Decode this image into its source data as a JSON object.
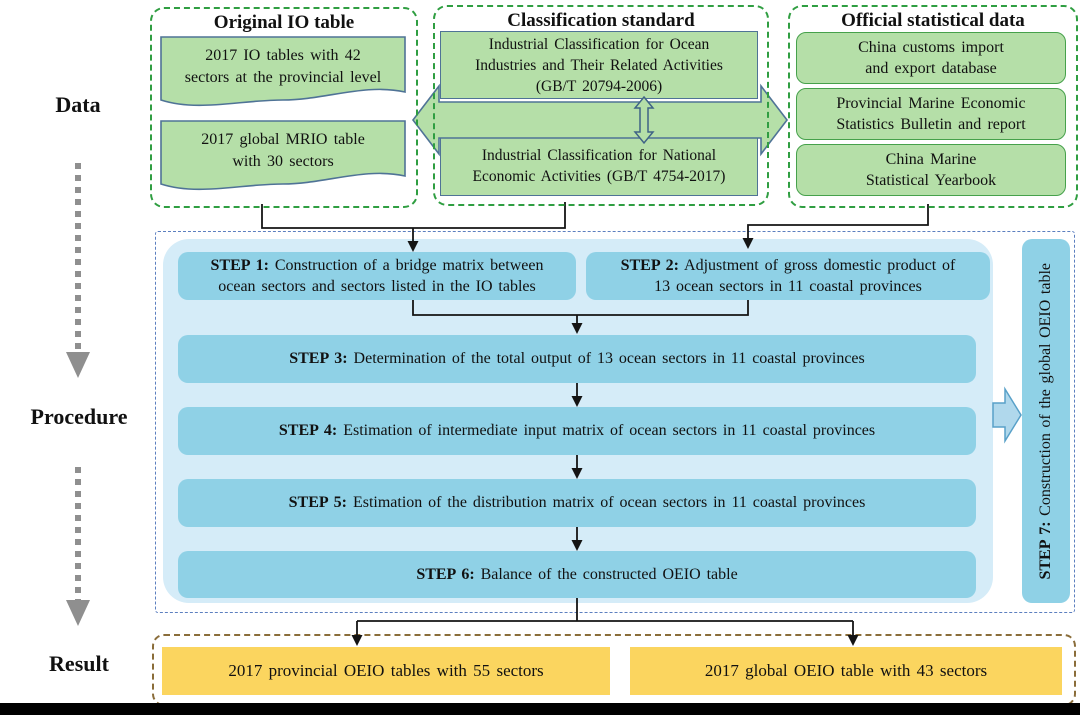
{
  "side_labels": {
    "data": "Data",
    "procedure": "Procedure",
    "result": "Result"
  },
  "data_section": {
    "original_io": {
      "title": "Original IO table",
      "items": [
        {
          "line1": "2017 IO tables with 42",
          "line2": "sectors at the provincial level"
        },
        {
          "line1": "2017 global MRIO table",
          "line2": "with 30 sectors"
        }
      ]
    },
    "classification": {
      "title": "Classification standard",
      "items": [
        {
          "line1": "Industrial Classification for Ocean",
          "line2": "Industries and Their Related Activities",
          "line3": "(GB/T 20794-2006)"
        },
        {
          "line1": "Industrial Classification for National",
          "line2": "Economic Activities (GB/T 4754-2017)"
        }
      ]
    },
    "official": {
      "title": "Official statistical data",
      "items": [
        {
          "line1": "China customs import",
          "line2": "and export database"
        },
        {
          "line1": "Provincial Marine Economic",
          "line2": "Statistics Bulletin and report"
        },
        {
          "line1": "China Marine",
          "line2": "Statistical Yearbook"
        }
      ]
    }
  },
  "procedure_section": {
    "steps": [
      {
        "label": "STEP 1:",
        "line1": "Construction of a bridge matrix between",
        "line2": "ocean sectors and sectors listed in the IO tables"
      },
      {
        "label": "STEP 2:",
        "line1": "Adjustment of gross domestic product of",
        "line2": "13 ocean sectors in 11 coastal provinces"
      },
      {
        "label": "STEP 3:",
        "text": "Determination of the total output of 13 ocean sectors in 11 coastal provinces"
      },
      {
        "label": "STEP 4:",
        "text": "Estimation of intermediate input matrix of ocean sectors in 11 coastal provinces"
      },
      {
        "label": "STEP 5:",
        "text": "Estimation of the distribution matrix of ocean sectors in 11 coastal provinces"
      },
      {
        "label": "STEP 6:",
        "text": "Balance of the constructed OEIO table"
      }
    ],
    "step7": {
      "label": "STEP 7:",
      "text": "Construction of the global OEIO table"
    }
  },
  "result_section": {
    "items": [
      "2017 provincial OEIO tables with 55 sectors",
      "2017 global OEIO table with 43 sectors"
    ]
  },
  "colors": {
    "green_fill": "#b5dfa8",
    "green_border": "#46a14b",
    "group_dash_green": "#2f9e41",
    "slate_border": "#4f7396",
    "step_fill": "#8fd1e6",
    "procedure_bg": "#d5ecf8",
    "procedure_dash": "#5c7fbf",
    "result_dash": "#8a6d3a",
    "yellow_fill": "#fbd55f",
    "gray_arrow": "#8f8f8f",
    "blue_arrow_fill": "#b0d8ec",
    "blue_arrow_border": "#58a0c8",
    "connector_black": "#141414"
  }
}
